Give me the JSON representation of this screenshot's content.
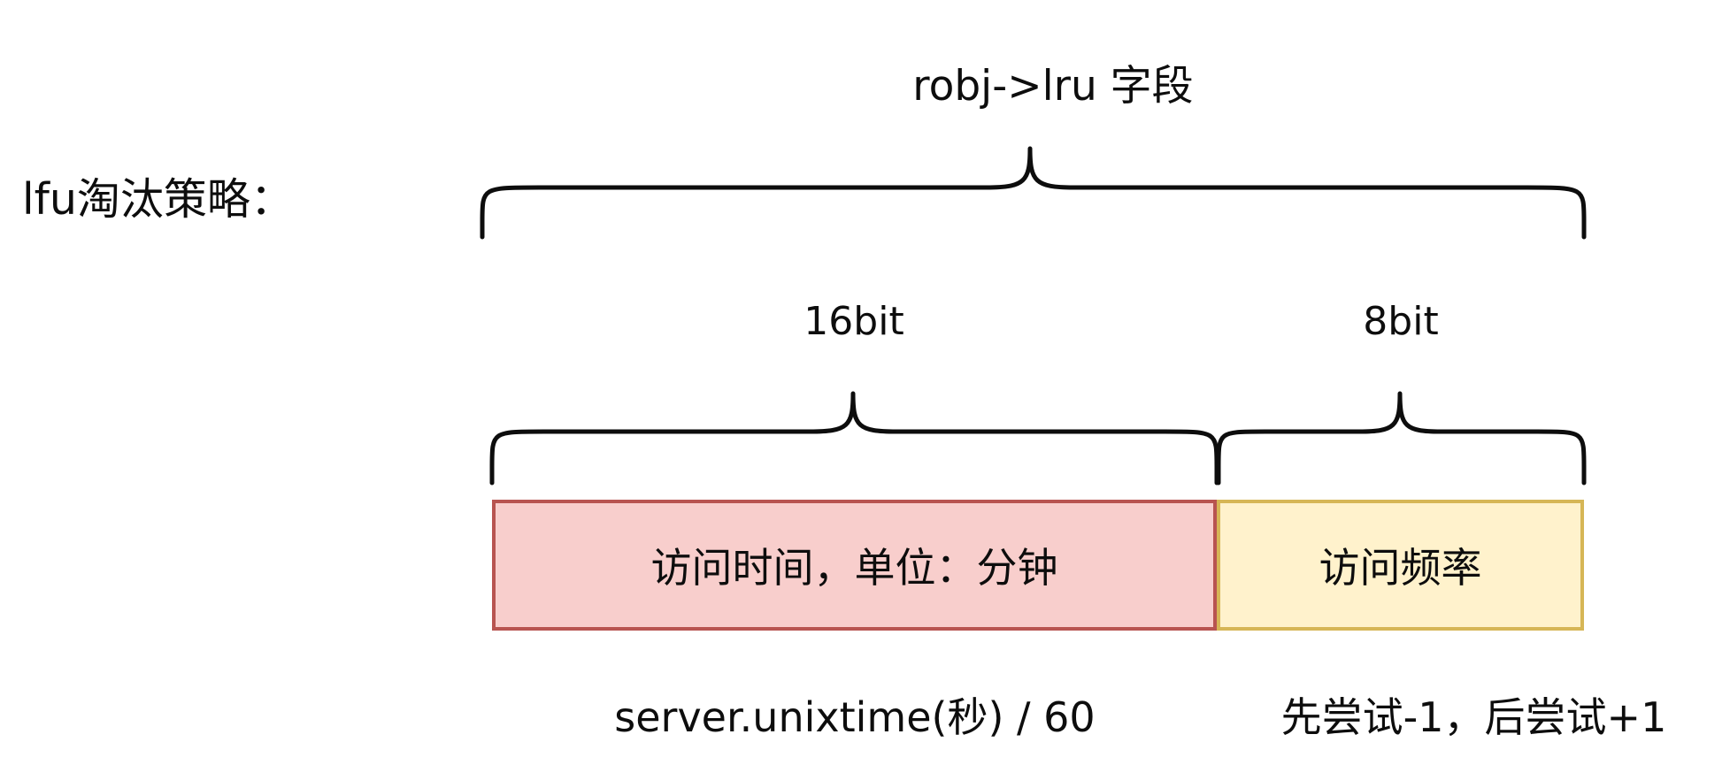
{
  "diagram": {
    "policy_label": "lfu淘汰策略：",
    "title": "robj->lru 字段",
    "fields": [
      {
        "bits": "16bit",
        "label": "访问时间，单位：分钟",
        "note": "server.unixtime(秒) / 60",
        "fill_color": "#f8cecc",
        "border_color": "#b85450"
      },
      {
        "bits": "8bit",
        "label": "访问频率",
        "note": "先尝试-1，后尝试+1",
        "fill_color": "#fff2cc",
        "border_color": "#d6b656"
      }
    ],
    "colors": {
      "line": "#0d0d0d",
      "background": "#ffffff"
    }
  }
}
